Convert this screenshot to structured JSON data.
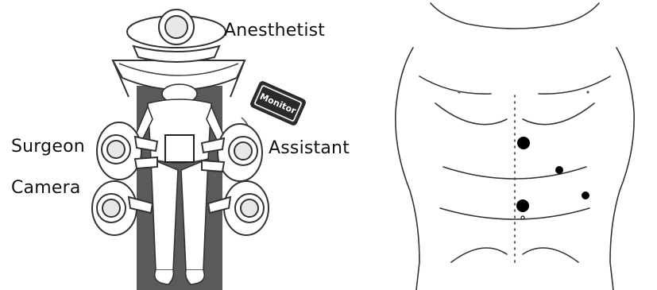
{
  "left_panel": {
    "labels": {
      "anesthetist": "Anesthetist",
      "assistant": "Assistant",
      "surgeon": "Surgeon",
      "camera": "Camera",
      "monitor": "Monitor"
    }
  },
  "right_panel": {
    "ports": [
      {
        "id": "port-upper-midline",
        "size": "large"
      },
      {
        "id": "port-right-lateral",
        "size": "small"
      },
      {
        "id": "port-right-lower",
        "size": "small"
      },
      {
        "id": "port-lower-midline",
        "size": "large"
      }
    ]
  },
  "colors": {
    "table": "#555555",
    "outline": "#333333",
    "port": "#000000",
    "monitor": "#2a2a2a"
  }
}
